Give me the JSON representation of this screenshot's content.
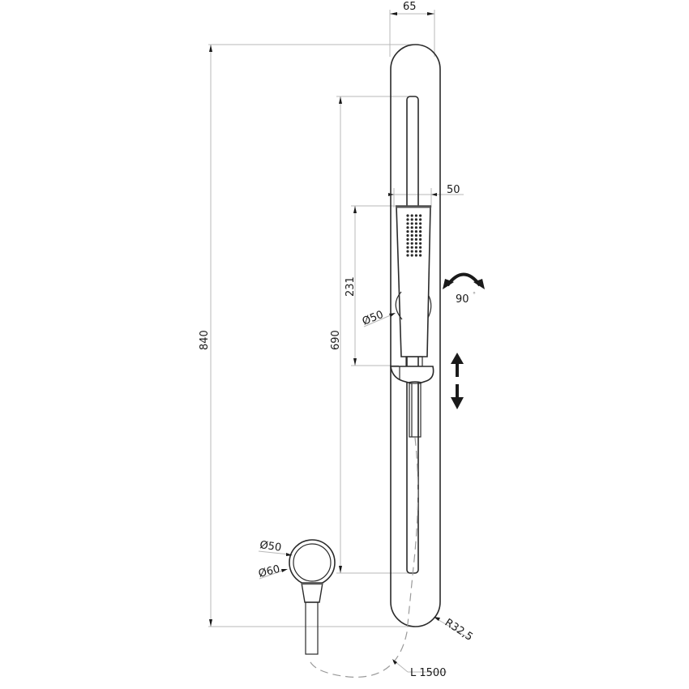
{
  "drawing": {
    "type": "technical-drawing",
    "subject": "shower slide rail with hand shower and wall outlet",
    "dimensions": {
      "rail_width": "65",
      "handshower_width": "50",
      "total_height": "840",
      "slide_travel": "690",
      "handshower_length": "231",
      "handshower_grip_diameter": "Ø50",
      "outlet_inner_diameter": "Ø50",
      "outlet_outer_diameter": "Ø60",
      "rail_end_radius": "R32,5",
      "hose_length": "L 1500"
    },
    "annotations": {
      "rotation": "90 °",
      "rotation_label": "90",
      "rotation_degree": "°"
    },
    "nozzle_grid": {
      "columns": 4,
      "rows": 11
    },
    "colors": {
      "outline": "#2a2a2a",
      "dimension_line": "#b8b8b8",
      "hose_dashed": "#9a9a9a",
      "arrow": "#1a1a1a"
    }
  }
}
